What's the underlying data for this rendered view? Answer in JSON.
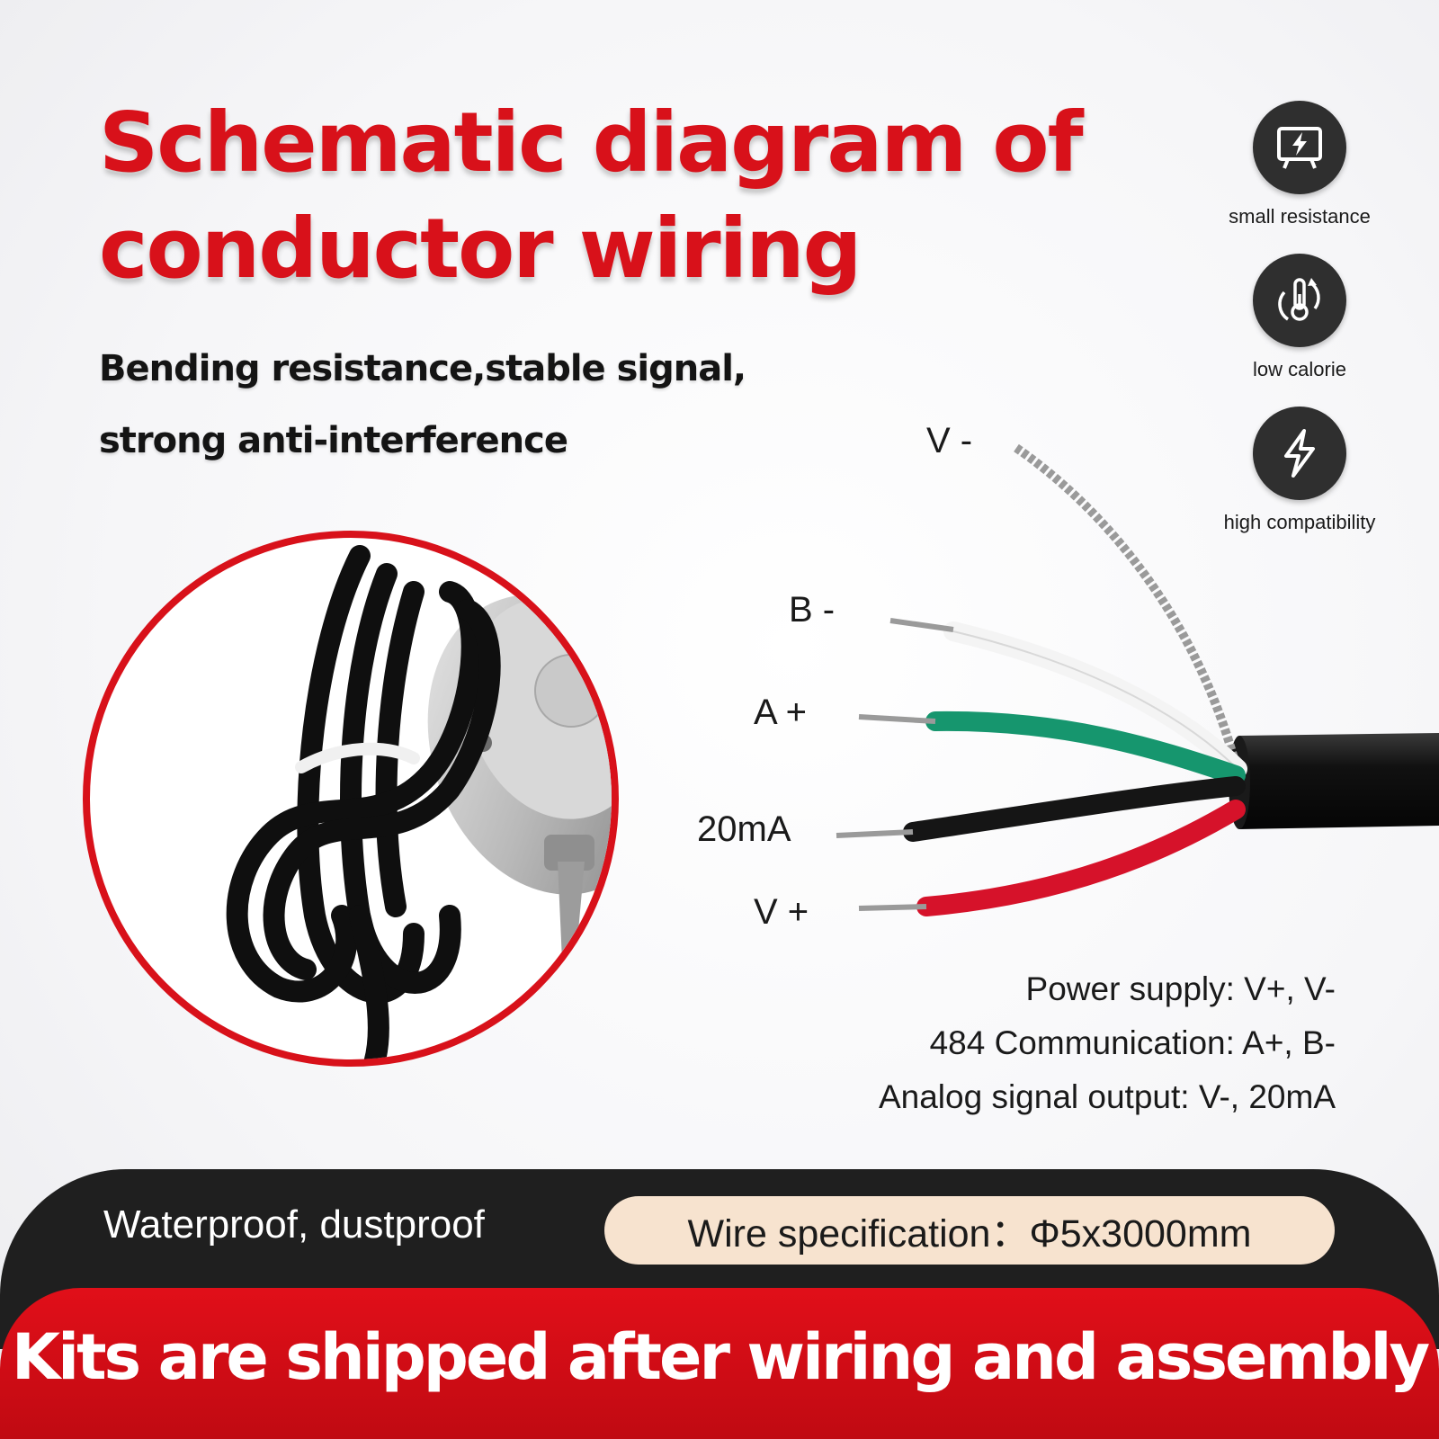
{
  "title": "Schematic diagram of conductor wiring",
  "subtitle_line1": "Bending resistance,stable signal,",
  "subtitle_line2": "strong anti-interference",
  "features": [
    {
      "label": "small resistance",
      "icon": "lightning-screen-icon"
    },
    {
      "label": "low calorie",
      "icon": "thermometer-cycle-icon"
    },
    {
      "label": "high compatibility",
      "icon": "lightning-bolt-icon"
    }
  ],
  "wires": [
    {
      "label": "V -",
      "color": "#9a9a9a"
    },
    {
      "label": "B -",
      "color": "#f4f4f4"
    },
    {
      "label": "A +",
      "color": "#16966e"
    },
    {
      "label": "20mA",
      "color": "#151515"
    },
    {
      "label": "V +",
      "color": "#d6122a"
    }
  ],
  "notes": [
    "Power supply: V+, V-",
    "484 Communication: A+, B-",
    "Analog signal output: V-, 20mA"
  ],
  "bottom": {
    "left_text": "Waterproof, dustproof",
    "pill_text": "Wire specification：Φ5x3000mm",
    "banner_text": "Kits are shipped after wiring and assembly"
  },
  "colors": {
    "accent": "#d8111a",
    "dark": "#1f1f1f",
    "pill": "#f7e3cf"
  }
}
